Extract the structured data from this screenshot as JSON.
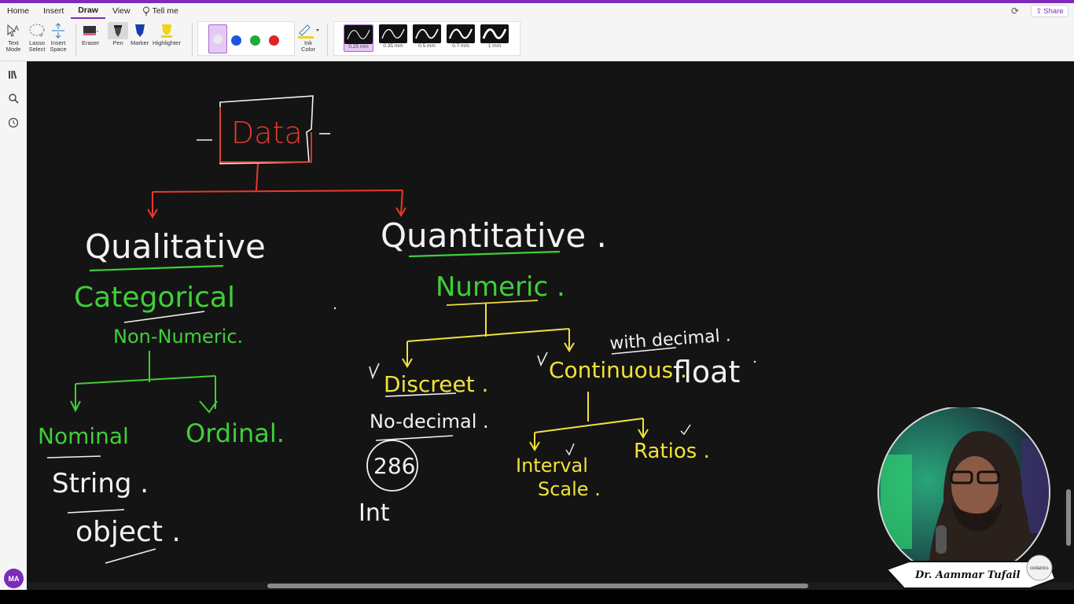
{
  "menu": {
    "tabs": [
      "Home",
      "Insert",
      "Draw",
      "View"
    ],
    "active_tab": "Draw",
    "tell_me": "Tell me",
    "share": "Share"
  },
  "ribbon": {
    "text_mode": "Text Mode",
    "lasso_select": "Lasso Select",
    "insert_space": "Insert Space",
    "eraser": "Eraser",
    "pen": "Pen",
    "marker": "Marker",
    "highlighter": "Highlighter",
    "ink_color": "Ink Color",
    "colors": {
      "white": "#e9e9e9",
      "blue": "#1a56e0",
      "green": "#1faa3a",
      "red": "#e02424"
    },
    "thickness": [
      "0.25 mm",
      "0.35 mm",
      "0.5 mm",
      "0.7 mm",
      "1 mm"
    ],
    "selected_thickness": "0.25 mm"
  },
  "sidebar": {
    "avatar_initials": "MA"
  },
  "ink_colors": {
    "white": "#f2f2f2",
    "red": "#e8392c",
    "green": "#3fcf3a",
    "yellow": "#f1e23a"
  },
  "notes": {
    "root": "Data",
    "qualitative": "Qualitative",
    "categorical": "Categorical",
    "non_numeric": "Non-Numeric.",
    "nominal": "Nominal",
    "ordinal": "Ordinal.",
    "string": "String .",
    "object": "object .",
    "quantitative": "Quantitative .",
    "numeric": "Numeric .",
    "discreet": "Discreet .",
    "no_decimal": "No-decimal .",
    "example_number": "286",
    "int": "Int",
    "continuous": "Continuous .",
    "with_decimal": "with decimal .",
    "float": "float",
    "interval_scale_line1": "Interval",
    "interval_scale_line2": "Scale .",
    "ratios": "Ratios ."
  },
  "webcam": {
    "name_banner": "Dr. Aammar Tufail"
  }
}
